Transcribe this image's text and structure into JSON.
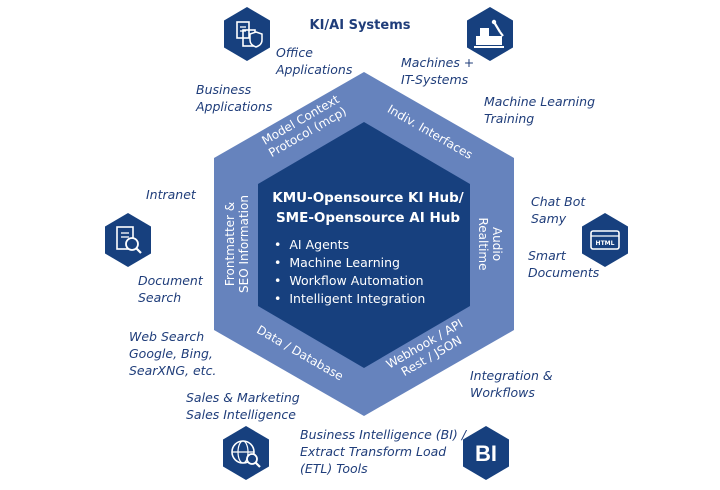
{
  "title": "KI/AI Systems",
  "center": {
    "title_lines": [
      "KMU-Opensource KI Hub/",
      "SME-Opensource AI Hub"
    ],
    "items": [
      "AI Agents",
      "Machine Learning",
      "Workflow Automation",
      "Intelligent Integration"
    ]
  },
  "ring": {
    "mcp": [
      "Model Context",
      "Protocol (mcp)"
    ],
    "interfaces": [
      "Indiv. Interfaces"
    ],
    "audio": [
      "Audio",
      "Realtime"
    ],
    "webhook": [
      "Webhook / API",
      "Rest / JSON"
    ],
    "data": [
      "Data / Database"
    ],
    "frontmatter": [
      "Frontmatter &",
      "SEO Information"
    ]
  },
  "labels": {
    "office": [
      "Office",
      "Applications"
    ],
    "business": [
      "Business",
      "Applications"
    ],
    "machines": [
      "Machines +",
      "IT-Systems"
    ],
    "ml_training": [
      "Machine Learning",
      "Training"
    ],
    "intranet": [
      "Intranet"
    ],
    "chatbot": [
      "Chat Bot",
      "Samy"
    ],
    "smart_docs": [
      "Smart",
      "Documents"
    ],
    "doc_search": [
      "Document",
      "Search"
    ],
    "web_search": [
      "Web Search",
      "Google, Bing,",
      "SearXNG, etc."
    ],
    "integration": [
      "Integration &",
      "Workflows"
    ],
    "sales": [
      "Sales & Marketing",
      "Sales Intelligence"
    ],
    "bi": [
      "Business Intelligence (BI) /",
      "Extract Transform Load",
      "(ETL) Tools"
    ]
  },
  "icons": {
    "office": "document-shield-icon",
    "machines": "machine-icon",
    "doc_search": "document-search-icon",
    "chatbot": "html-window-icon",
    "sales": "globe-search-icon",
    "bi": "bi-icon",
    "bi_text": "BI",
    "html_text": "HTML"
  },
  "colors": {
    "hex_outer": "#6683bd",
    "hex_inner": "#17407e",
    "icon_fill": "#17407e",
    "text": "#1f3d7a"
  }
}
